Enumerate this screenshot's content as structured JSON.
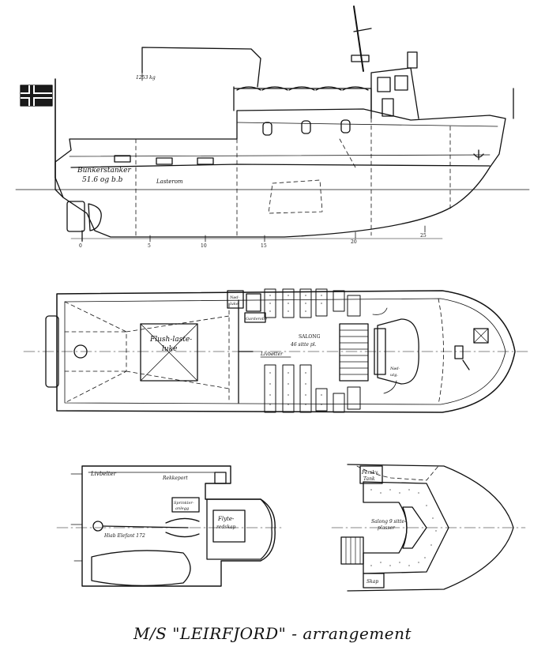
{
  "caption": "M/S \"LEIRFJORD\" - arrangement",
  "profile": {
    "bunker_label_1": "Bunkerstanker",
    "bunker_label_2": "51.6 og b.b",
    "hold_label": "Lasterom",
    "crane_label": "1253 kg",
    "frame_numbers": [
      "0",
      "5",
      "10",
      "15",
      "20",
      "25"
    ]
  },
  "main_deck": {
    "hatch_label_1": "Flush-laste-",
    "hatch_label_2": "luke",
    "salon_label_1": "SALONG",
    "salon_label_2": "46 sitte pl.",
    "emergency_hatch_1": "Nød-",
    "emergency_hatch_2": "luke",
    "wardrobe_label": "Garderobe",
    "liferaft_label": "Livbøtter",
    "exit_label_1": "Nød-",
    "exit_label_2": "utg."
  },
  "upper_deck": {
    "lifebelts_label": "Livbelter",
    "locker_label": "Rekkeport",
    "liferaft_label_1": "Flyte-",
    "liferaft_label_2": "redskap",
    "crane_label": "Hiab Elefant 172",
    "note_label_1": "Sprinkler-",
    "note_label_2": "anlegg"
  },
  "fore_deck": {
    "tank_label_1": "Ferskv.",
    "tank_label_2": "Tank",
    "salon_label_1": "Salong 9 sitte-",
    "salon_label_2": "plasser",
    "store_label": "Skap"
  },
  "colors": {
    "ink": "#111111",
    "paper": "#ffffff",
    "flag_red": "#1a1a1a"
  }
}
